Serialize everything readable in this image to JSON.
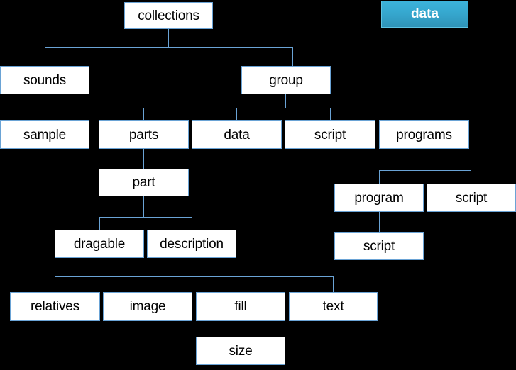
{
  "diagram": {
    "title": "data",
    "type": "tree-hierarchy",
    "badge": {
      "label": "data"
    },
    "nodes": {
      "collections": "collections",
      "sounds": "sounds",
      "group": "group",
      "sample": "sample",
      "parts": "parts",
      "data": "data",
      "script_group": "script",
      "programs": "programs",
      "part": "part",
      "program": "program",
      "script_programs": "script",
      "dragable": "dragable",
      "description": "description",
      "script_program": "script",
      "relatives": "relatives",
      "image": "image",
      "fill": "fill",
      "text": "text",
      "size": "size"
    },
    "colors": {
      "background": "#000000",
      "node_fill": "#ffffff",
      "node_border": "#6aa3d5",
      "node_text": "#000000",
      "connector": "#6aa3d5",
      "badge_fill": "#36a8cf",
      "badge_text": "#ffffff"
    },
    "edges": [
      {
        "from": "collections",
        "to": "sounds"
      },
      {
        "from": "collections",
        "to": "group"
      },
      {
        "from": "sounds",
        "to": "sample"
      },
      {
        "from": "group",
        "to": "parts"
      },
      {
        "from": "group",
        "to": "data"
      },
      {
        "from": "group",
        "to": "script_group"
      },
      {
        "from": "group",
        "to": "programs"
      },
      {
        "from": "parts",
        "to": "part"
      },
      {
        "from": "programs",
        "to": "program"
      },
      {
        "from": "programs",
        "to": "script_programs"
      },
      {
        "from": "part",
        "to": "dragable"
      },
      {
        "from": "part",
        "to": "description"
      },
      {
        "from": "program",
        "to": "script_program"
      },
      {
        "from": "description",
        "to": "relatives"
      },
      {
        "from": "description",
        "to": "image"
      },
      {
        "from": "description",
        "to": "fill"
      },
      {
        "from": "description",
        "to": "text"
      },
      {
        "from": "fill",
        "to": "size"
      }
    ]
  }
}
